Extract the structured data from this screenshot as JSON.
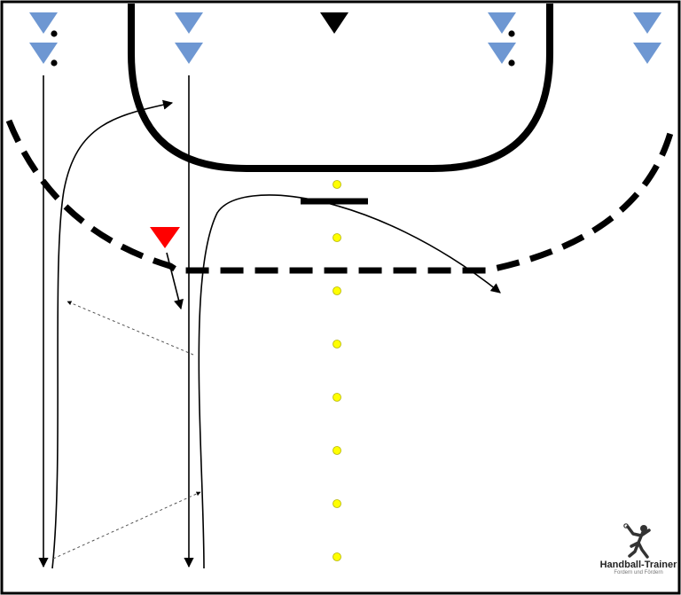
{
  "drill": {
    "title": "",
    "colors": {
      "court_line": "#000000",
      "attacker": "#6e97d2",
      "defender": "#000000",
      "highlight_player": "#ff0000",
      "cone": "#ffff00",
      "cone_outline": "#b5b500"
    },
    "players": {
      "attackers_count": 9,
      "defenders_count": 1,
      "highlighted_count": 1,
      "balls_count": 4
    },
    "cones_count": 8
  },
  "logo": {
    "brand": "Handball-Trainer",
    "tagline": "Fordern und Fördern",
    "icon": "handball-player-icon"
  }
}
